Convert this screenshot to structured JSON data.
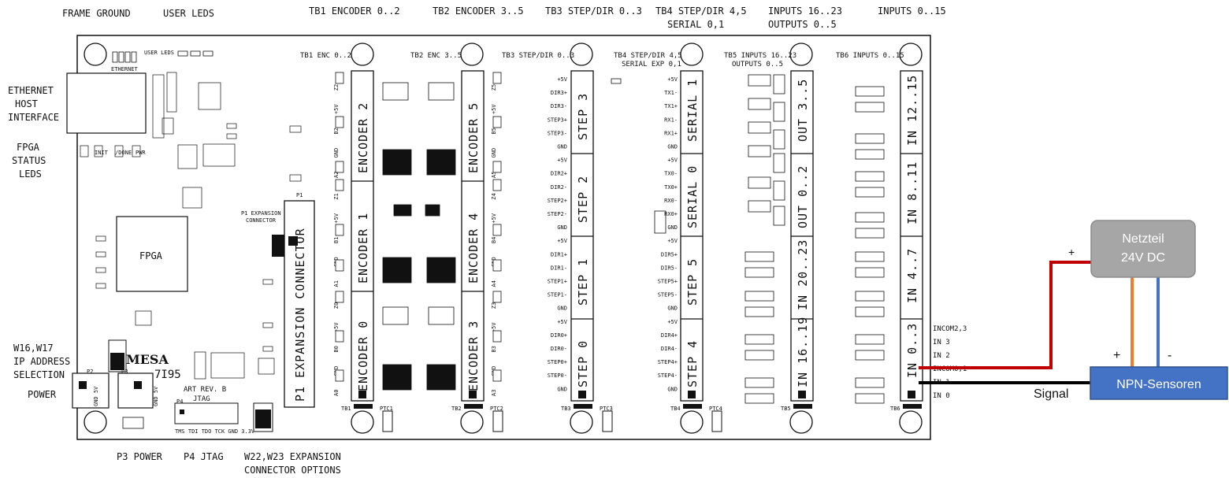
{
  "top_labels": [
    "FRAME GROUND",
    "USER LEDS",
    "TB1 ENCODER 0..2",
    "TB2 ENCODER 3..5",
    "TB3 STEP/DIR 0..3",
    "TB4 STEP/DIR 4,5",
    "SERIAL 0,1",
    "INPUTS 16..23",
    "OUTPUTS 0..5",
    "INPUTS 0..15"
  ],
  "left_labels": [
    "ETHERNET",
    "HOST",
    "INTERFACE",
    "FPGA",
    "STATUS",
    "LEDS",
    "W16,W17",
    "IP ADDRESS",
    "SELECTION",
    "POWER"
  ],
  "bottom_labels": [
    "P3 POWER",
    "P4 JTAG",
    "W22,W23 EXPANSION",
    "CONNECTOR OPTIONS"
  ],
  "board_headers": [
    "TB1 ENC 0..2",
    "TB2 ENC 3..5",
    "TB3 STEP/DIR 0..3",
    "TB4 STEP/DIR 4,5",
    "SERIAL EXP 0,1",
    "TB5 INPUTS 16..23",
    "OUTPUTS 0..5",
    "TB6 INPUTS 0..15"
  ],
  "board_misc": {
    "user_leds": "USER LEDS",
    "ethernet": "ETHERNET",
    "fpga": "FPGA",
    "p1_expansion": "P1 EXPANSION",
    "connector": "CONNECTOR",
    "p1_big": "P1 EXPANSION CONNECTOR",
    "brand": "MESA",
    "model": "7I95",
    "art_rev": "ART REV. B",
    "jtag": "JTAG",
    "jtag_pins": "TMS TDI TDO TCK GND 3.3V",
    "gnd5v": "GND 5V",
    "led_init": "INIT",
    "led_done": "/DONE",
    "led_pwr": "PWR",
    "p1": "P1",
    "p2": "P2",
    "p3": "P3",
    "p4": "P4"
  },
  "block_labels": {
    "tb1": [
      "ENCODER 2",
      "ENCODER 1",
      "ENCODER 0"
    ],
    "tb2": [
      "ENCODER 5",
      "ENCODER 4",
      "ENCODER 3"
    ],
    "tb3": [
      "STEP 3",
      "STEP 2",
      "STEP 1",
      "STEP 0"
    ],
    "tb4": [
      "SERIAL 1",
      "SERIAL 0",
      "STEP 5",
      "STEP 4"
    ],
    "tb5": [
      "OUT 3..5",
      "OUT 0..2",
      "IN 20..23",
      "IN 16..19"
    ],
    "tb6": [
      "IN 12..15",
      "IN 8..11",
      "IN 4..7",
      "IN 0..3"
    ]
  },
  "tb_ids": [
    "TB1",
    "TB2",
    "TB3",
    "TB4",
    "TB5",
    "TB6"
  ],
  "ptc_ids": [
    "PTC1",
    "PTC2",
    "PTC3",
    "PTC4"
  ],
  "tb1_pins": [
    "Z2",
    "+5V",
    "B2",
    "GND",
    "A2",
    "Z1",
    "+5V",
    "B1",
    "GND",
    "A1",
    "Z0",
    "+5V",
    "B0",
    "GND",
    "A0"
  ],
  "tb2_pins": [
    "Z5",
    "+5V",
    "B5",
    "GND",
    "A5",
    "Z4",
    "+5V",
    "B4",
    "GND",
    "A4",
    "Z3",
    "+5V",
    "B3",
    "GND",
    "A3"
  ],
  "tb3_pins": [
    "+5V",
    "DIR3+",
    "DIR3-",
    "STEP3+",
    "STEP3-",
    "GND",
    "+5V",
    "DIR2+",
    "DIR2-",
    "STEP2+",
    "STEP2-",
    "GND",
    "+5V",
    "DIR1+",
    "DIR1-",
    "STEP1+",
    "STEP1-",
    "GND",
    "+5V",
    "DIR0+",
    "DIR0-",
    "STEP0+",
    "STEP0-",
    "GND"
  ],
  "tb4_pins": [
    "+5V",
    "TX1-",
    "TX1+",
    "RX1-",
    "RX1+",
    "GND",
    "+5V",
    "TX0-",
    "TX0+",
    "RX0-",
    "RX0+",
    "GND",
    "+5V",
    "DIR5+",
    "DIR5-",
    "STEP5+",
    "STEP5-",
    "GND",
    "+5V",
    "DIR4+",
    "DIR4-",
    "STEP4+",
    "STEP4-",
    "GND"
  ],
  "side_labels": [
    "INCOM2,3",
    "IN 3",
    "IN 2",
    "INCOM0,1",
    "IN 1",
    "IN 0"
  ],
  "power_supply": {
    "line1": "Netzteil",
    "line2": "24V DC",
    "fill": "#a6a6a6",
    "border": "#8c8c8c"
  },
  "sensor_box": {
    "label": "NPN-Sensoren",
    "fill": "#4472c4",
    "border": "#2f528f"
  },
  "wire_signs": {
    "psu_plus": "+",
    "sensor_plus": "+",
    "sensor_minus": "-"
  },
  "signal_label": "Signal",
  "wire_colors": {
    "red": "#c00000",
    "orange": "#ed7d31",
    "blue": "#4472c4",
    "black": "#000000"
  }
}
